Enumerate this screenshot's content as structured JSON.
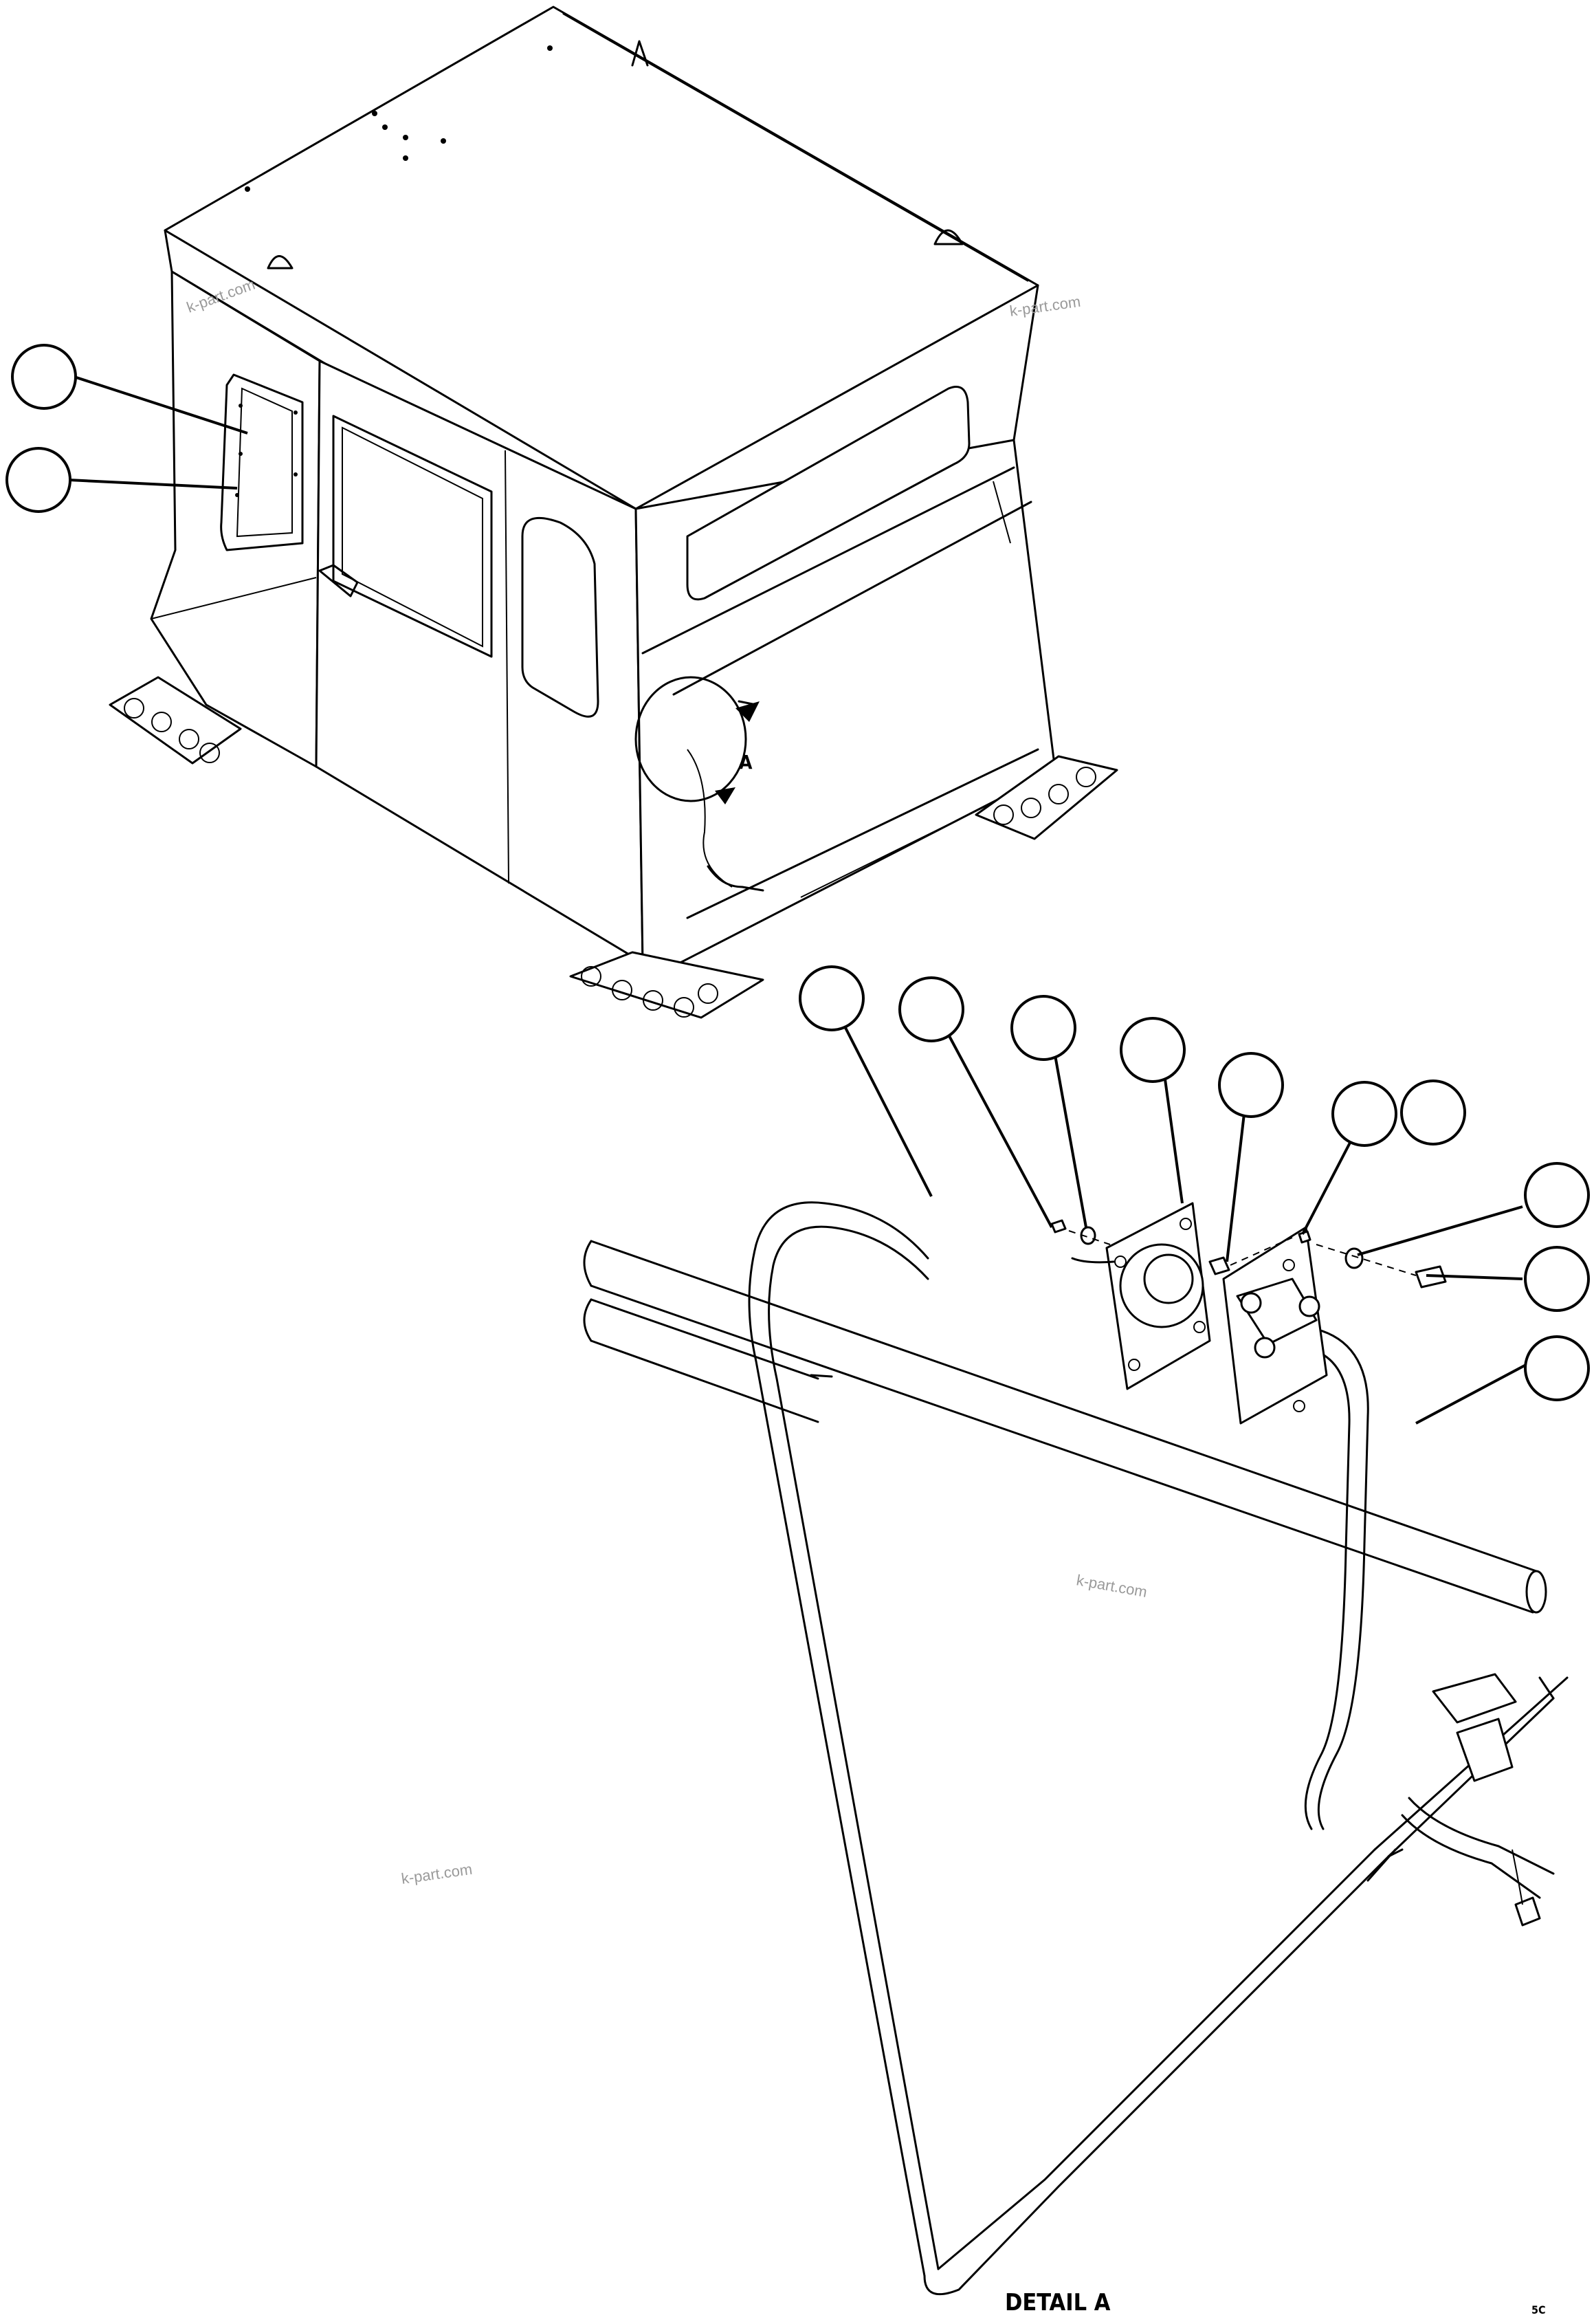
{
  "drawing": {
    "detail_label": "DETAIL A",
    "view_letter": "A",
    "corner_code": "5C",
    "watermarks": [
      "k-part.com",
      "k-part.com",
      "k-part.com",
      "k-part.com"
    ]
  },
  "balloons": [
    {
      "id": "balloon-1",
      "text": ""
    },
    {
      "id": "balloon-2",
      "text": ""
    },
    {
      "id": "balloon-3",
      "text": ""
    },
    {
      "id": "balloon-4",
      "text": ""
    },
    {
      "id": "balloon-5",
      "text": ""
    },
    {
      "id": "balloon-6",
      "text": ""
    },
    {
      "id": "balloon-7",
      "text": ""
    },
    {
      "id": "balloon-8",
      "text": ""
    },
    {
      "id": "balloon-9",
      "text": ""
    },
    {
      "id": "balloon-10",
      "text": ""
    },
    {
      "id": "balloon-11",
      "text": ""
    },
    {
      "id": "balloon-12",
      "text": ""
    },
    {
      "id": "balloon-13",
      "text": ""
    }
  ]
}
